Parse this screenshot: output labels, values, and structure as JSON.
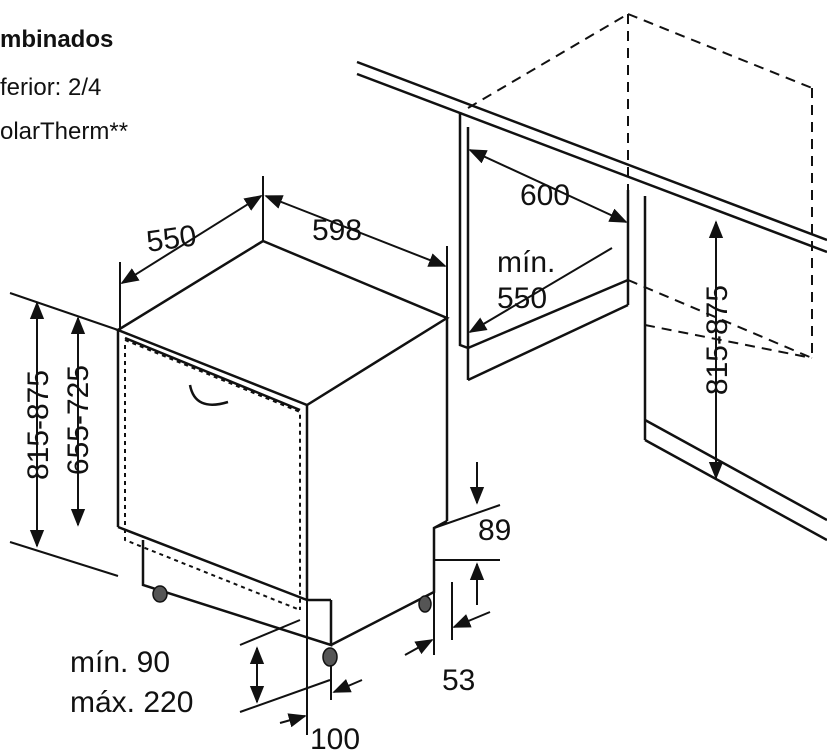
{
  "header": {
    "line1": "mbinados",
    "line2": "ferior: 2/4",
    "line3": "olarTherm**"
  },
  "dimensions": {
    "appliance_depth": "550",
    "appliance_width": "598",
    "appliance_height": "815-875",
    "door_height": "655-725",
    "niche_width": "600",
    "niche_min_depth_label": "mín.",
    "niche_min_depth_value": "550",
    "niche_height": "815-875",
    "plinth_height": "89",
    "plinth_setback": "53",
    "plinth_range_min": "mín. 90",
    "plinth_range_max": "máx. 220",
    "foot_offset": "100"
  },
  "colors": {
    "line": "#111111",
    "background": "#ffffff"
  }
}
